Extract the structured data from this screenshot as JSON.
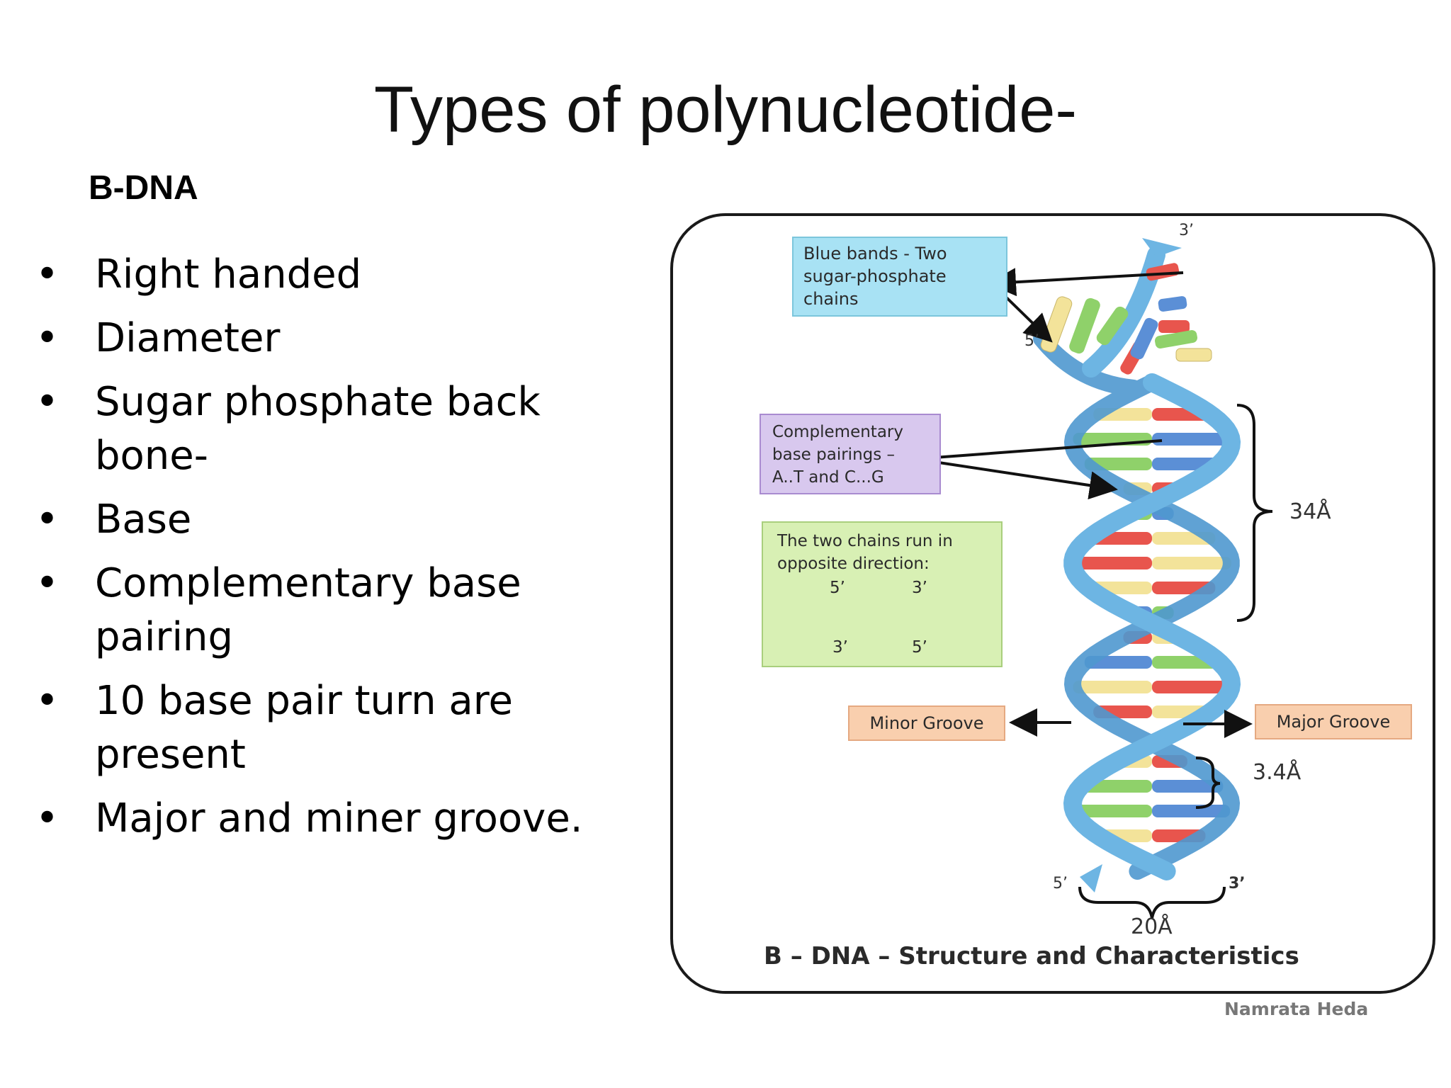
{
  "slide": {
    "title": "Types of polynucleotide-",
    "subtitle": "B-DNA",
    "bullets": [
      "Right handed",
      "Diameter",
      "Sugar phosphate back bone-",
      "Base",
      "Complementary base pairing",
      "10 base pair turn are present",
      "Major and miner groove."
    ]
  },
  "diagram": {
    "blue_box": [
      "Blue bands - Two",
      "sugar-phosphate",
      "chains"
    ],
    "purple_box": [
      "Complementary",
      "base pairings –",
      "A..T and C...G"
    ],
    "green_box": {
      "line1": "The two chains run in",
      "line2": "opposite direction:",
      "down_top": "5’",
      "down_bottom": "3’",
      "up_top": "3’",
      "up_bottom": "5’"
    },
    "minor_groove": "Minor Groove",
    "major_groove": "Major Groove",
    "label_3prime_top": "3’",
    "label_5prime_top": "5’",
    "label_5prime_bottom": "5’",
    "label_3prime_bottom": "3’",
    "label_34A": "34Å",
    "label_3_4A": "3.4Å",
    "label_20A": "20Å",
    "caption": "B – DNA – Structure and Characteristics",
    "credit": "Namrata Heda",
    "colors": {
      "strand": "#5aa9dc",
      "adenine": "#f3e39a",
      "thymine": "#e8554d",
      "guanine": "#8fd16a",
      "cytosine": "#5b8fd6"
    }
  }
}
